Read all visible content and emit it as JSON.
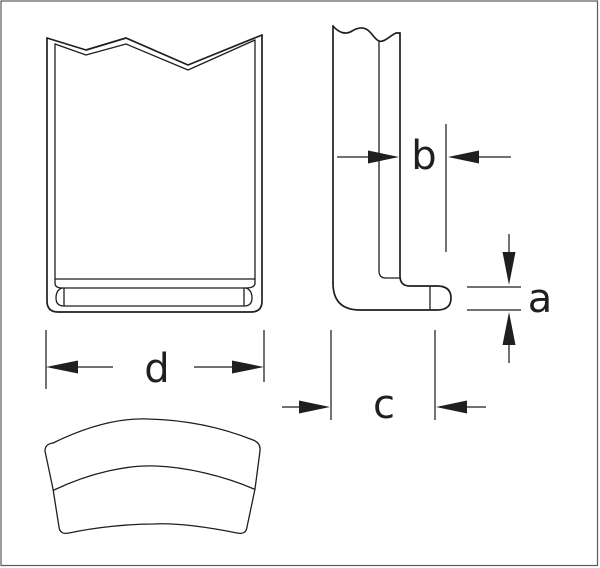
{
  "drawing": {
    "labels": {
      "a": "a",
      "b": "b",
      "c": "c",
      "d": "d"
    },
    "colors": {
      "line": "#1f1f1f",
      "background": "#ffffff",
      "frame": "#5a5a5a"
    }
  }
}
